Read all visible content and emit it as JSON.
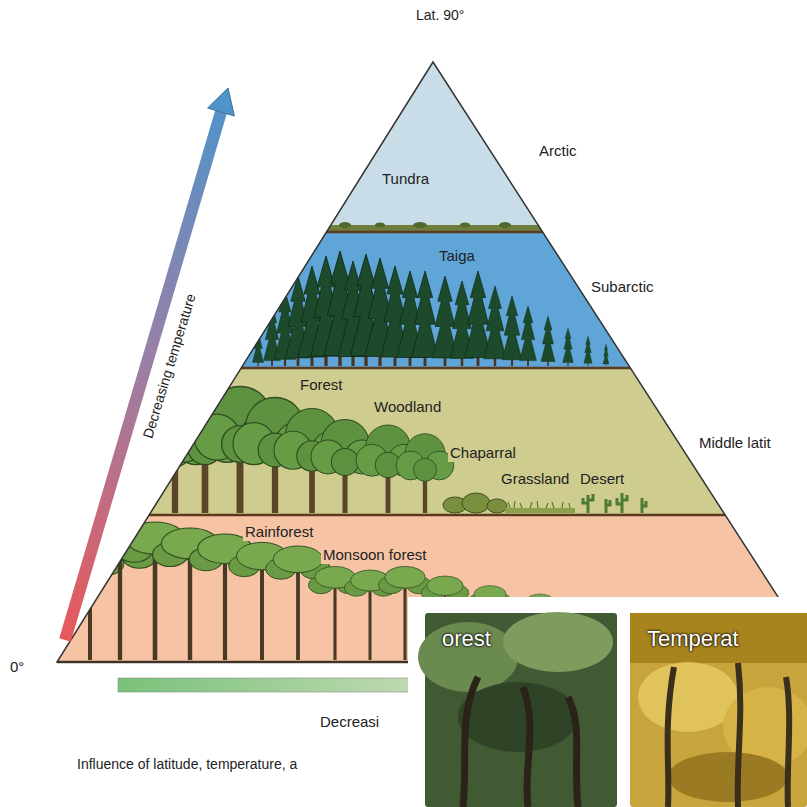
{
  "diagram": {
    "caption": "Influence of latitude, temperature, a",
    "nodes": [
      {
        "text": [
          "Tundra"
        ]
      },
      {
        "text": [
          "Taiga"
        ]
      },
      {
        "text": [
          "Forest",
          "Woodland",
          "Chaparral",
          "Grassland",
          "Desert"
        ]
      },
      {
        "text": [
          "Rainforest",
          "Monsoon forest"
        ]
      }
    ],
    "labels": [
      "Lat. 90°",
      "Arctic",
      "Subarctic",
      "Middle latit",
      "Decreasing temperature",
      "0°",
      "Decreasi",
      "orest",
      "Temperat"
    ]
  }
}
